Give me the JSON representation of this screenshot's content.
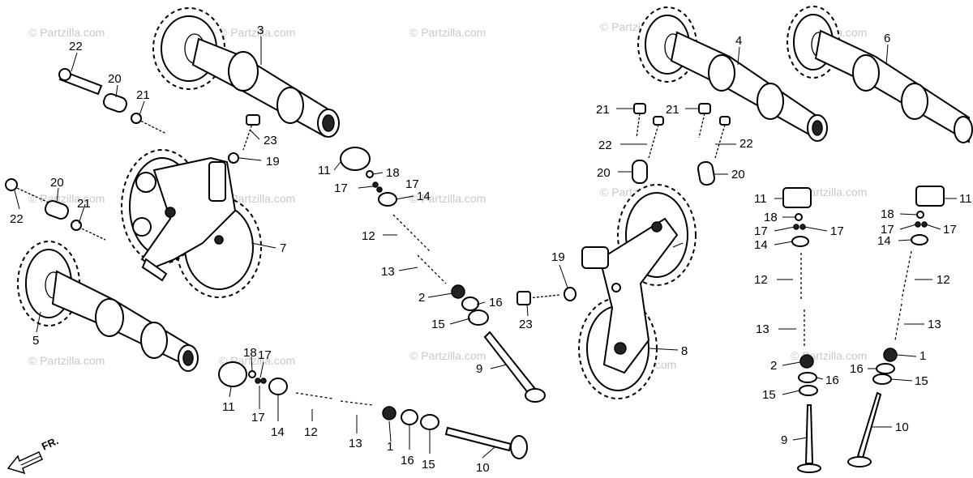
{
  "watermark": "© Partzilla.com",
  "direction_label": "FR.",
  "callouts": {
    "c3": "3",
    "c4": "4",
    "c6": "6",
    "c5": "5",
    "c7": "7",
    "c8": "8",
    "c22a": "22",
    "c20a": "20",
    "c21a": "21",
    "c23a": "23",
    "c19a": "19",
    "c20b": "20",
    "c22b": "22",
    "c21b": "21",
    "c11a": "11",
    "c18a": "18",
    "c17a": "17",
    "c17b": "17",
    "c14a": "14",
    "c12a": "12",
    "c13a": "13",
    "c2a": "2",
    "c16a": "16",
    "c15a": "15",
    "c9a": "9",
    "c19b": "19",
    "c23b": "23",
    "c18b": "18",
    "c17c": "17",
    "c11b": "11",
    "c17d": "17",
    "c14b": "14",
    "c12b": "12",
    "c13b": "13",
    "c1a": "1",
    "c16b": "16",
    "c15b": "15",
    "c10a": "10",
    "c21c": "21",
    "c21d": "21",
    "c22c": "22",
    "c22d": "22",
    "c20c": "20",
    "c20d": "20",
    "c11c": "11",
    "c18c": "18",
    "c17e": "17",
    "c17f": "17",
    "c14c": "14",
    "c12c": "12",
    "c13c": "13",
    "c2b": "2",
    "c16c": "16",
    "c15c": "15",
    "c9b": "9",
    "c11d": "11",
    "c18d": "18",
    "c17g": "17",
    "c17h": "17",
    "c14d": "14",
    "c12d": "12",
    "c13d": "13",
    "c1b": "1",
    "c16d": "16",
    "c15d": "15",
    "c10b": "10"
  }
}
